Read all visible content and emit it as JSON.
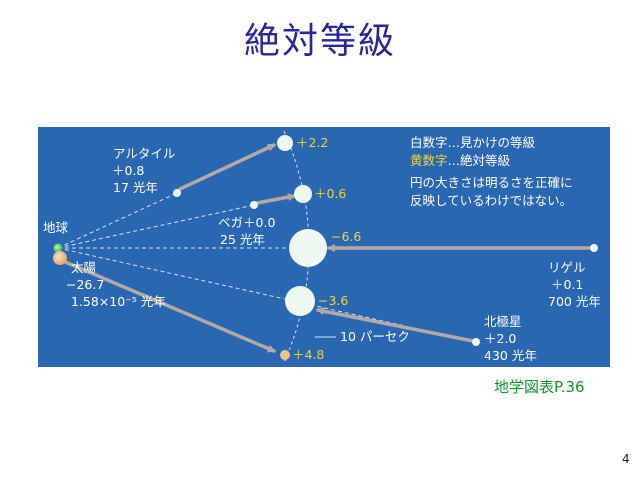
{
  "slide": {
    "title": "絶対等級",
    "source": "地学図表P.36",
    "page_number": "4"
  },
  "diagram": {
    "colors": {
      "background": "#2a67b3",
      "white_text": "#ffffff",
      "yellow_text": "#f3d33c",
      "arrow": "#b5a9a2",
      "star": "#eef8f1",
      "earth": "#6bd96b",
      "sun": "#f1c28f"
    },
    "legend": {
      "line1_key": "白数字",
      "line1_desc": "…見かけの等級",
      "line2_key": "黄数字",
      "line2_desc": "…絶対等級",
      "note_line1": "円の大きさは明るさを正確に",
      "note_line2": "反映しているわけではない。"
    },
    "earth_label": "地球",
    "parsec_label": "10 パーセク",
    "stars": [
      {
        "name": "アルタイル",
        "apparent": "＋0.8",
        "distance": "17 光年",
        "absolute": "＋2.2"
      },
      {
        "name": "ベガ",
        "apparent": "＋0.0",
        "distance": "25 光年",
        "absolute": "＋0.6"
      },
      {
        "name": "リゲル",
        "apparent": "＋0.1",
        "distance": "700 光年",
        "absolute": "−6.6"
      },
      {
        "name": "北極星",
        "apparent": "＋2.0",
        "distance": "430 光年",
        "absolute": "−3.6"
      },
      {
        "name": "太陽",
        "apparent": "−26.7",
        "distance": "1.58×10⁻⁵ 光年",
        "absolute": "＋4.8"
      }
    ]
  }
}
